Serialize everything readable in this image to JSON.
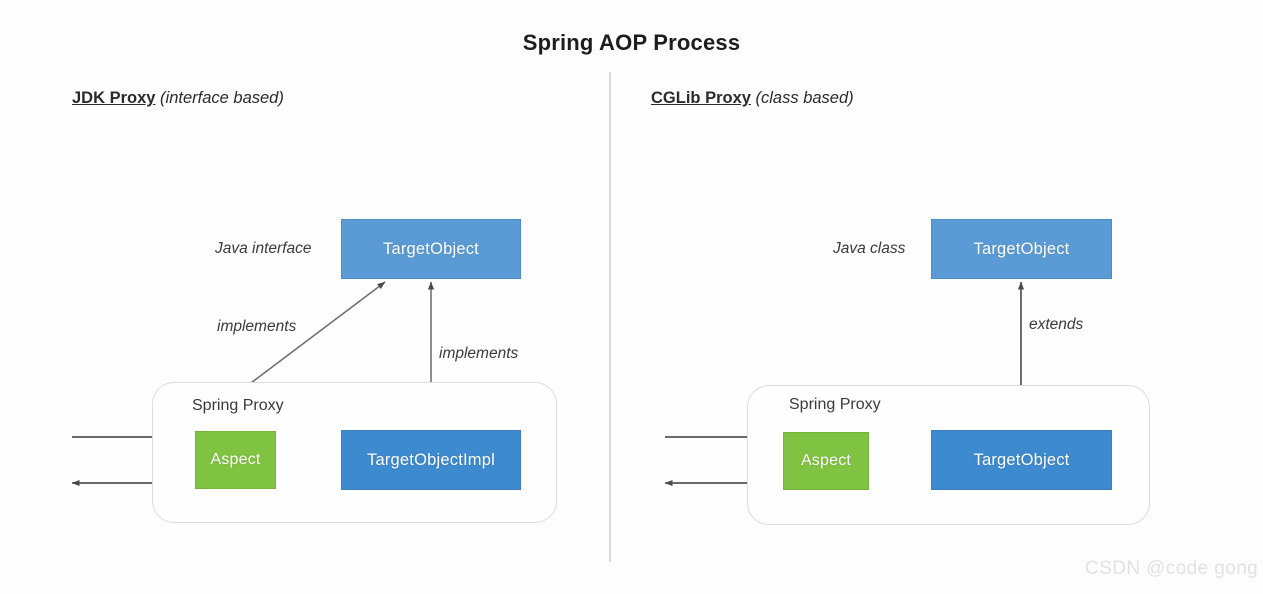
{
  "title": "Spring AOP Process",
  "sections": {
    "left": {
      "heading_strong": "JDK Proxy",
      "heading_italic": " (interface based)",
      "type_note": "Java interface",
      "top_box": "TargetObject",
      "proxy_label": "Spring Proxy",
      "aspect_box": "Aspect",
      "target_box": "TargetObjectImpl",
      "relation_diagonal": "implements",
      "relation_vertical": "implements"
    },
    "right": {
      "heading_strong": "CGLib Proxy",
      "heading_italic": " (class based)",
      "type_note": "Java class",
      "top_box": "TargetObject",
      "proxy_label": "Spring Proxy",
      "aspect_box": "Aspect",
      "target_box": "TargetObject",
      "relation_vertical": "extends"
    }
  },
  "watermark": "CSDN @code gong",
  "colors": {
    "box_blue_light": "#5b9bd5",
    "box_blue_deep": "#3d8ace",
    "box_green": "#80c342",
    "arrow": "#5a5a5a",
    "divider": "#d9d9d9",
    "proxy_border": "#dcdcdc",
    "watermark": "#e2e2e2"
  }
}
